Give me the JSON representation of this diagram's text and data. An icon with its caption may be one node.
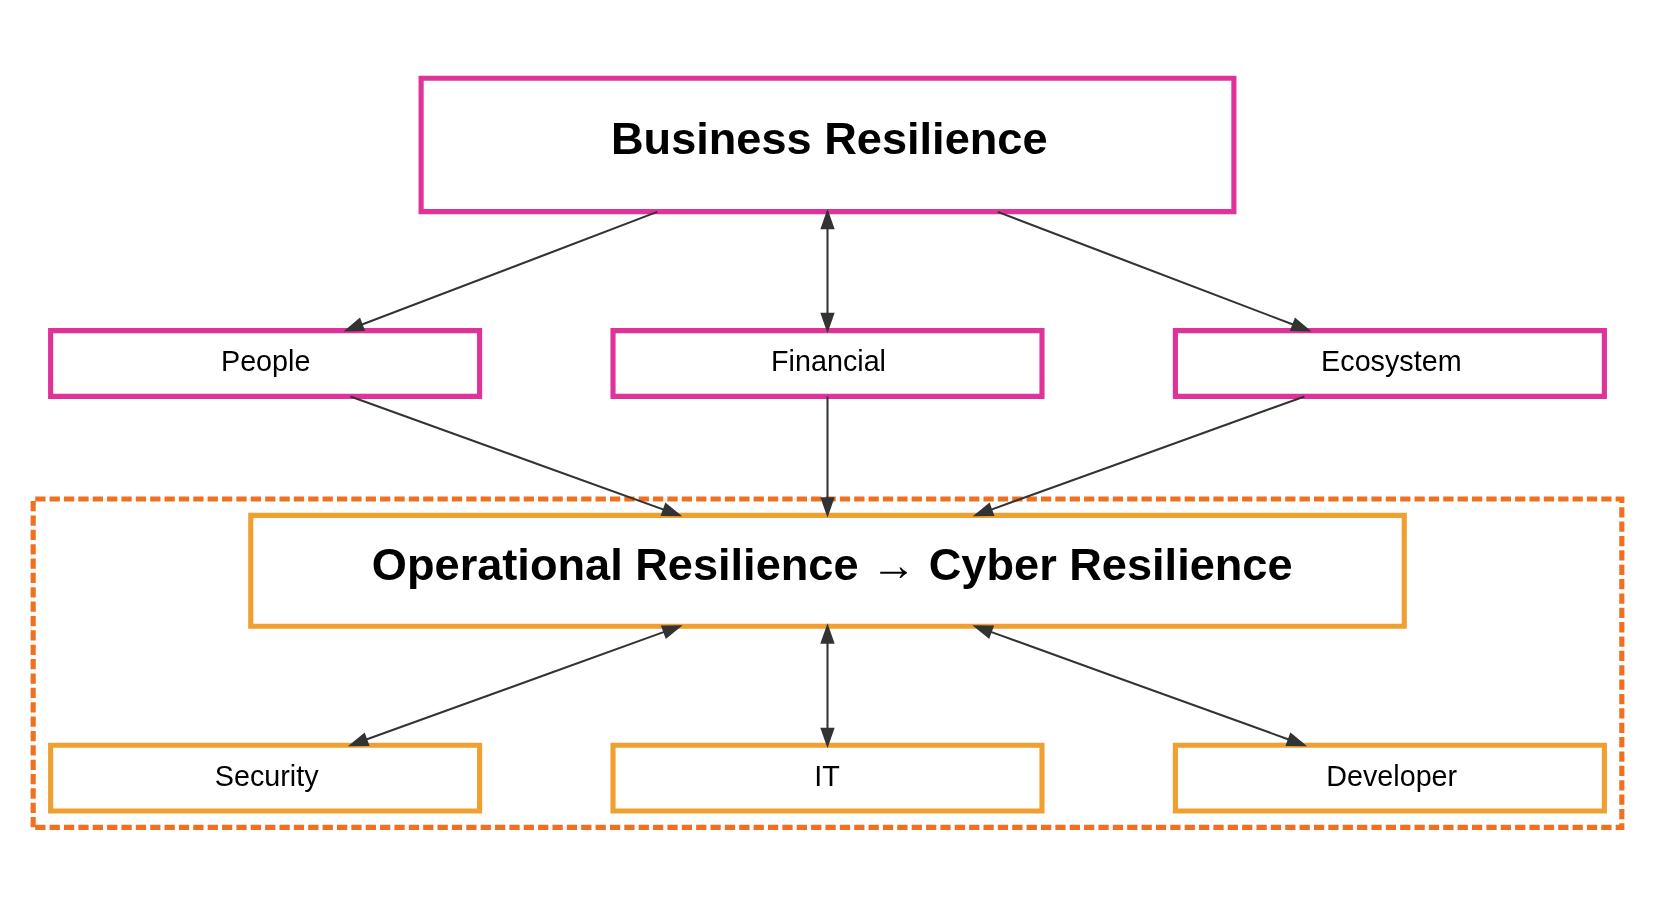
{
  "diagram": {
    "nodes": [
      {
        "text": [
          "Business Resilience"
        ]
      },
      {
        "text": [
          "People"
        ]
      },
      {
        "text": [
          "Financial"
        ]
      },
      {
        "text": [
          "Ecosystem"
        ]
      },
      {
        "text": [],
        "shape": "box"
      },
      {
        "text": [
          "Operational Resilience → Cyber Resilience"
        ],
        "in": 4
      },
      {
        "text": [
          "Security"
        ],
        "in": 4
      },
      {
        "text": [
          "IT"
        ],
        "in": 4
      },
      {
        "text": [
          "Developer"
        ],
        "in": 4
      }
    ],
    "edges": [
      {
        "from": 0,
        "to": 1,
        "arrow": "to"
      },
      {
        "from": 0,
        "to": 2,
        "arrow": "both"
      },
      {
        "from": 0,
        "to": 3,
        "arrow": "to"
      },
      {
        "from": 1,
        "to": 5,
        "arrow": "to"
      },
      {
        "from": 2,
        "to": 5,
        "arrow": "to"
      },
      {
        "from": 3,
        "to": 5,
        "arrow": "to"
      },
      {
        "from": 6,
        "to": 5,
        "arrow": "both"
      },
      {
        "from": 7,
        "to": 5,
        "arrow": "both"
      },
      {
        "from": 8,
        "to": 5,
        "arrow": "both"
      }
    ]
  }
}
